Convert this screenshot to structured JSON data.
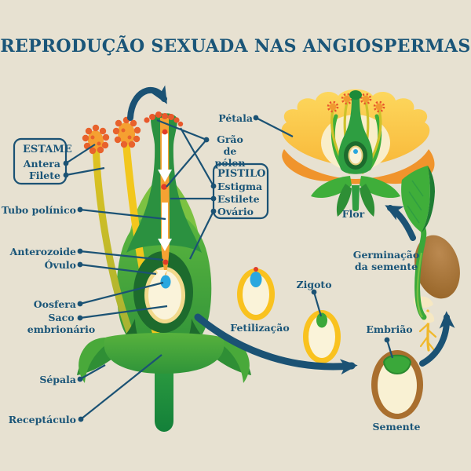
{
  "title": "REPRODUÇÃO SEXUADA NAS ANGIOSPERMAS",
  "legend": {
    "estame": {
      "title": "ESTAME",
      "antera": "Antera",
      "filete": "Filete"
    },
    "pistilo": {
      "title": "PISTILO",
      "estigma": "Estigma",
      "estilete": "Estilete",
      "ovario": "Ovário"
    },
    "tubo_polinico": "Tubo polínico",
    "anterozoide": "Anterozoide",
    "ovulo": "Óvulo",
    "oosfera": "Oosfera",
    "saco_embrionario": "Saco embrionário",
    "sepala": "Sépala",
    "receptaculo": "Receptáculo",
    "petala": "Pétala",
    "grao_de_polen": "Grão de pólen"
  },
  "stages": {
    "flor": "Flor",
    "fetilizacao": "Fetilização",
    "zigoto": "Zigoto",
    "embriao": "Embrião",
    "semente": "Semente",
    "germinacao": "Germinação da semente"
  },
  "colors": {
    "background": "#e7e1d1",
    "ink_blue": "#1a5578",
    "line_blue": "#1b5274",
    "green_dark": "#1d6b2d",
    "green_mid": "#2e9e41",
    "green_light": "#7cc242",
    "yellow_filament": "#f2c71d",
    "orange_anther": "#f09a30",
    "orange_deep": "#e8582b",
    "cream": "#faf3da",
    "egg_yellow": "#f9c21f",
    "seed_brown": "#a96f2e",
    "sky_blue": "#2aa7df",
    "red_pollen": "#e03c28"
  }
}
